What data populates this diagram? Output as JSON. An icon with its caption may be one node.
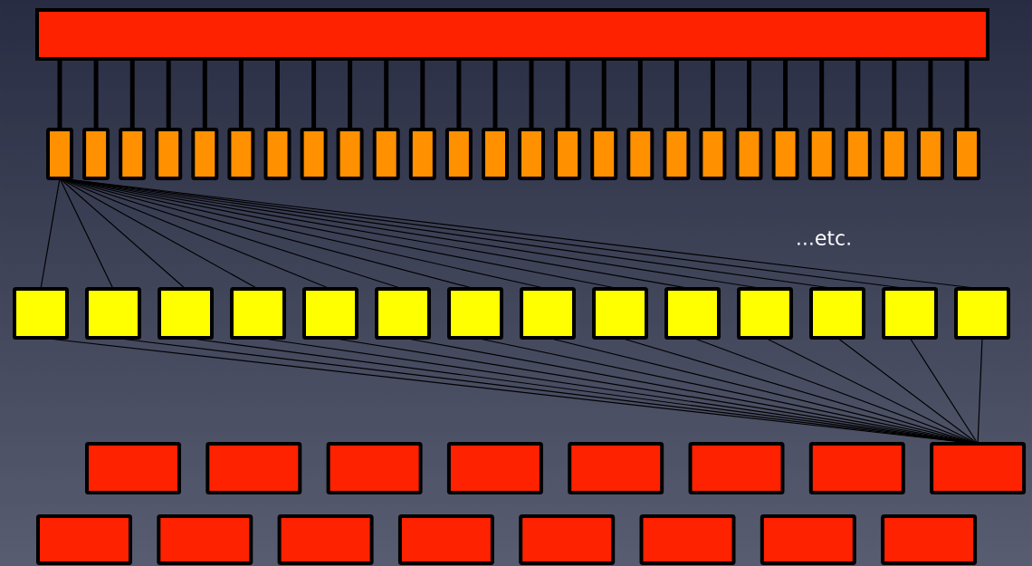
{
  "diagram": {
    "nodes": [
      {
        "text": [],
        "shape": "bar"
      },
      {
        "text": [],
        "shape": "box"
      },
      {
        "text": [],
        "shape": "box"
      },
      {
        "text": [],
        "shape": "box"
      },
      {
        "text": [],
        "shape": "box"
      },
      {
        "text": [],
        "shape": "box"
      },
      {
        "text": [],
        "shape": "box"
      },
      {
        "text": [],
        "shape": "box"
      },
      {
        "text": [],
        "shape": "box"
      },
      {
        "text": [],
        "shape": "box"
      },
      {
        "text": [],
        "shape": "box"
      },
      {
        "text": [],
        "shape": "box"
      },
      {
        "text": [],
        "shape": "box"
      },
      {
        "text": [],
        "shape": "box"
      },
      {
        "text": [],
        "shape": "box"
      },
      {
        "text": [],
        "shape": "box"
      },
      {
        "text": [],
        "shape": "box"
      },
      {
        "text": [],
        "shape": "box"
      },
      {
        "text": [],
        "shape": "box"
      },
      {
        "text": [],
        "shape": "box"
      },
      {
        "text": [],
        "shape": "box"
      },
      {
        "text": [],
        "shape": "box"
      },
      {
        "text": [],
        "shape": "box"
      },
      {
        "text": [],
        "shape": "box"
      },
      {
        "text": [],
        "shape": "box"
      },
      {
        "text": [],
        "shape": "box"
      },
      {
        "text": [],
        "shape": "box"
      },
      {
        "text": [],
        "shape": "box"
      },
      {
        "text": [],
        "shape": "box"
      },
      {
        "text": [],
        "shape": "box"
      },
      {
        "text": [],
        "shape": "box"
      },
      {
        "text": [],
        "shape": "box"
      },
      {
        "text": [],
        "shape": "box"
      },
      {
        "text": [],
        "shape": "box"
      },
      {
        "text": [],
        "shape": "box"
      },
      {
        "text": [],
        "shape": "box"
      },
      {
        "text": [],
        "shape": "box"
      },
      {
        "text": [],
        "shape": "box"
      },
      {
        "text": [],
        "shape": "box"
      },
      {
        "text": [],
        "shape": "box"
      },
      {
        "text": [],
        "shape": "box"
      },
      {
        "text": [],
        "shape": "box"
      },
      {
        "text": [],
        "shape": "box"
      },
      {
        "text": [],
        "shape": "box"
      },
      {
        "text": [],
        "shape": "box"
      },
      {
        "text": [],
        "shape": "box"
      },
      {
        "text": [],
        "shape": "box"
      },
      {
        "text": [],
        "shape": "box"
      },
      {
        "text": [],
        "shape": "box"
      },
      {
        "text": [],
        "shape": "box"
      },
      {
        "text": [],
        "shape": "box"
      },
      {
        "text": [],
        "shape": "box"
      },
      {
        "text": [],
        "shape": "box"
      },
      {
        "text": [],
        "shape": "box"
      },
      {
        "text": [],
        "shape": "box"
      },
      {
        "text": [],
        "shape": "box"
      },
      {
        "text": [],
        "shape": "box"
      }
    ],
    "edges": [
      {
        "from": 0,
        "to": 1,
        "arrow": "none",
        "style": "thick"
      },
      {
        "from": 0,
        "to": 2,
        "arrow": "none",
        "style": "thick"
      },
      {
        "from": 0,
        "to": 3,
        "arrow": "none",
        "style": "thick"
      },
      {
        "from": 0,
        "to": 4,
        "arrow": "none",
        "style": "thick"
      },
      {
        "from": 0,
        "to": 5,
        "arrow": "none",
        "style": "thick"
      },
      {
        "from": 0,
        "to": 6,
        "arrow": "none",
        "style": "thick"
      },
      {
        "from": 0,
        "to": 7,
        "arrow": "none",
        "style": "thick"
      },
      {
        "from": 0,
        "to": 8,
        "arrow": "none",
        "style": "thick"
      },
      {
        "from": 0,
        "to": 9,
        "arrow": "none",
        "style": "thick"
      },
      {
        "from": 0,
        "to": 10,
        "arrow": "none",
        "style": "thick"
      },
      {
        "from": 0,
        "to": 11,
        "arrow": "none",
        "style": "thick"
      },
      {
        "from": 0,
        "to": 12,
        "arrow": "none",
        "style": "thick"
      },
      {
        "from": 0,
        "to": 13,
        "arrow": "none",
        "style": "thick"
      },
      {
        "from": 0,
        "to": 14,
        "arrow": "none",
        "style": "thick"
      },
      {
        "from": 0,
        "to": 15,
        "arrow": "none",
        "style": "thick"
      },
      {
        "from": 0,
        "to": 16,
        "arrow": "none",
        "style": "thick"
      },
      {
        "from": 0,
        "to": 17,
        "arrow": "none",
        "style": "thick"
      },
      {
        "from": 0,
        "to": 18,
        "arrow": "none",
        "style": "thick"
      },
      {
        "from": 0,
        "to": 19,
        "arrow": "none",
        "style": "thick"
      },
      {
        "from": 0,
        "to": 20,
        "arrow": "none",
        "style": "thick"
      },
      {
        "from": 0,
        "to": 21,
        "arrow": "none",
        "style": "thick"
      },
      {
        "from": 0,
        "to": 22,
        "arrow": "none",
        "style": "thick"
      },
      {
        "from": 0,
        "to": 23,
        "arrow": "none",
        "style": "thick"
      },
      {
        "from": 0,
        "to": 24,
        "arrow": "none",
        "style": "thick"
      },
      {
        "from": 0,
        "to": 25,
        "arrow": "none",
        "style": "thick"
      },
      {
        "from": 0,
        "to": 26,
        "arrow": "none",
        "style": "thick"
      },
      {
        "from": 1,
        "to": 27,
        "arrow": "none"
      },
      {
        "from": 1,
        "to": 28,
        "arrow": "none"
      },
      {
        "from": 1,
        "to": 29,
        "arrow": "none"
      },
      {
        "from": 1,
        "to": 30,
        "arrow": "none"
      },
      {
        "from": 1,
        "to": 31,
        "arrow": "none"
      },
      {
        "from": 1,
        "to": 32,
        "arrow": "none"
      },
      {
        "from": 1,
        "to": 33,
        "arrow": "none"
      },
      {
        "from": 1,
        "to": 34,
        "arrow": "none"
      },
      {
        "from": 1,
        "to": 35,
        "arrow": "none"
      },
      {
        "from": 1,
        "to": 36,
        "arrow": "none"
      },
      {
        "from": 1,
        "to": 37,
        "arrow": "none"
      },
      {
        "from": 1,
        "to": 38,
        "arrow": "none"
      },
      {
        "from": 1,
        "to": 39,
        "arrow": "none"
      },
      {
        "from": 1,
        "to": 40,
        "arrow": "none"
      },
      {
        "from": 27,
        "to": 48,
        "arrow": "none"
      },
      {
        "from": 28,
        "to": 48,
        "arrow": "none"
      },
      {
        "from": 29,
        "to": 48,
        "arrow": "none"
      },
      {
        "from": 30,
        "to": 48,
        "arrow": "none"
      },
      {
        "from": 31,
        "to": 48,
        "arrow": "none"
      },
      {
        "from": 32,
        "to": 48,
        "arrow": "none"
      },
      {
        "from": 33,
        "to": 48,
        "arrow": "none"
      },
      {
        "from": 34,
        "to": 48,
        "arrow": "none"
      },
      {
        "from": 35,
        "to": 48,
        "arrow": "none"
      },
      {
        "from": 36,
        "to": 48,
        "arrow": "none"
      },
      {
        "from": 37,
        "to": 48,
        "arrow": "none"
      },
      {
        "from": 38,
        "to": 48,
        "arrow": "none"
      },
      {
        "from": 39,
        "to": 48,
        "arrow": "none"
      },
      {
        "from": 40,
        "to": 48,
        "arrow": "none"
      }
    ],
    "labels": [
      "...etc."
    ]
  }
}
